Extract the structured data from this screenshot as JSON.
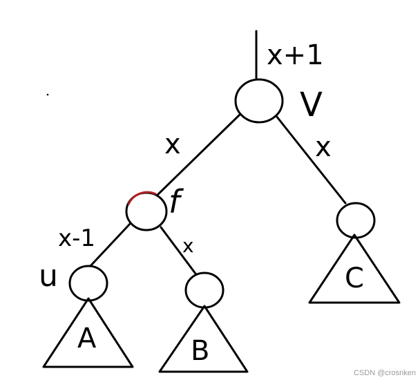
{
  "diagram": {
    "nodes": [
      {
        "id": "V",
        "label": "V"
      },
      {
        "id": "f",
        "label": "f"
      },
      {
        "id": "u",
        "label": "u"
      },
      {
        "id": "right",
        "label": ""
      },
      {
        "id": "B-root",
        "label": ""
      }
    ],
    "edges": [
      {
        "from": "top",
        "to": "V",
        "label": "x+1"
      },
      {
        "from": "V",
        "to": "f",
        "label": "x"
      },
      {
        "from": "V",
        "to": "right",
        "label": "x"
      },
      {
        "from": "f",
        "to": "u",
        "label": "x-1"
      },
      {
        "from": "f",
        "to": "B-root",
        "label": "x"
      }
    ],
    "subtrees": [
      {
        "id": "A",
        "label": "A"
      },
      {
        "id": "B",
        "label": "B"
      },
      {
        "id": "C",
        "label": "C"
      }
    ],
    "highlight_color": "#b02020"
  },
  "watermark": "CSDN @crosnken"
}
